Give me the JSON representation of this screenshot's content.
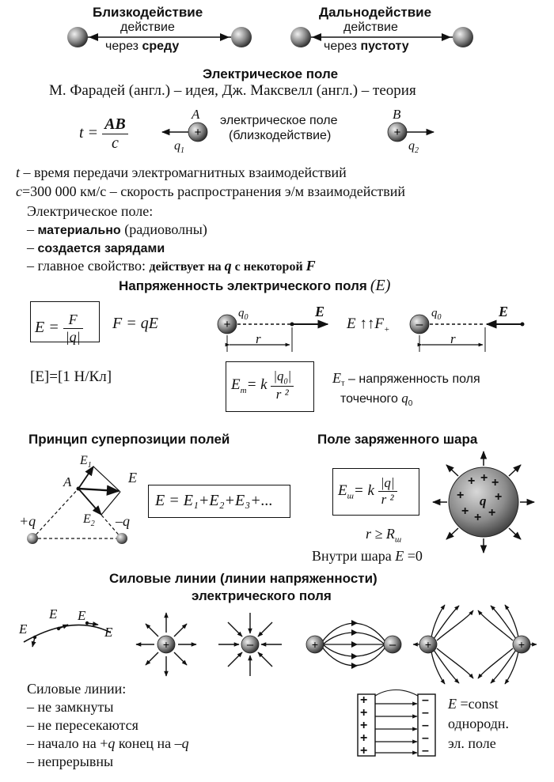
{
  "top": {
    "near_title": "Близкодействие",
    "near_l1": "действие",
    "near_l2a": "через ",
    "near_l2b": "среду",
    "far_title": "Дальнодействие",
    "far_l1": "действие",
    "far_l2a": "через ",
    "far_l2b": "пустоту"
  },
  "efield": {
    "title": "Электрическое поле",
    "history": "М. Фарадей (англ.) – идея, Дж. Максвелл (англ.) – теория",
    "formula_t": "t =",
    "formula_num": "AB",
    "formula_den": "c",
    "label_A": "A",
    "label_q1": "q",
    "label_q1_sub": "1",
    "label_B": "B",
    "label_q2": "q",
    "label_q2_sub": "2",
    "middle_l1": "электрическое поле",
    "middle_l2": "(близкодействие)",
    "t_def_sym": "t",
    "t_def": " – время передачи электромагнитных взаимодействий",
    "c_def_sym": "c",
    "c_def": "=300 000 км/с – скорость распространения э/м взаимодействий",
    "props_head": "Электрическое поле:",
    "prop1_b": "материально",
    "prop1_rest": " (радиоволны)",
    "prop2_b": "создается зарядами",
    "prop3_a": "главное свойство: ",
    "prop3_b": "действует на ",
    "prop3_q": "q",
    "prop3_c": " с некоторой ",
    "prop3_F": "F"
  },
  "intensity": {
    "title": "Напряженность электрического поля",
    "title_sym": "(E)",
    "f1_lhs": "E =",
    "f1_num": "F",
    "f1_den": "|q|",
    "f2": "F = qE",
    "unit": "[E]=[1 Н/Кл]",
    "q0": "q",
    "q0_sub": "0",
    "E_vec": "E",
    "r": "r",
    "parallel": "E ↑↑F",
    "parallel_sub": "+",
    "point_lhs": "E",
    "point_lhs_sub": "т",
    "point_eq": "= k",
    "point_num": "|q",
    "point_num_sub": "0",
    "point_num_end": "|",
    "point_den": "r ²",
    "point_desc_sym": "E",
    "point_desc_sub": "т",
    "point_desc_l1": " – напряженность поля",
    "point_desc_l2": "точечного ",
    "point_desc_q": "q",
    "point_desc_q_sub": "0"
  },
  "superposition": {
    "title": "Принцип суперпозиции полей",
    "formula": "E = E₁+E₂+E₃+...",
    "label_A": "A",
    "label_E1": "E",
    "label_E1_sub": "1",
    "label_E2": "E",
    "label_E2_sub": "2",
    "label_E": "E",
    "plus_q": "+q",
    "minus_q": "–q"
  },
  "sphere": {
    "title": "Поле заряженного шара",
    "lhs": "E",
    "lhs_sub": "ш",
    "eq": "= k",
    "num": "|q|",
    "den": "r ²",
    "cond": "r ≥ R",
    "cond_sub": "ш",
    "inside": "Внутри шара ",
    "inside_eq": "E",
    "inside_val": " =0",
    "q": "q"
  },
  "lines": {
    "title_l1": "Силовые линии (линии напряженности)",
    "title_l2": "электрического поля",
    "E": "E",
    "list_head": "Силовые линии:",
    "item1": "– не замкнуты",
    "item2": "– не пересекаются",
    "item3_a": "– начало на +",
    "item3_q1": "q",
    "item3_b": "  конец на –",
    "item3_q2": "q",
    "item4": "– непрерывны",
    "uniform_E": "E",
    "uniform_l1": " =const",
    "uniform_l2": "однородн.",
    "uniform_l3": "эл. поле"
  },
  "signs": {
    "plus": "+",
    "minus": "–"
  }
}
